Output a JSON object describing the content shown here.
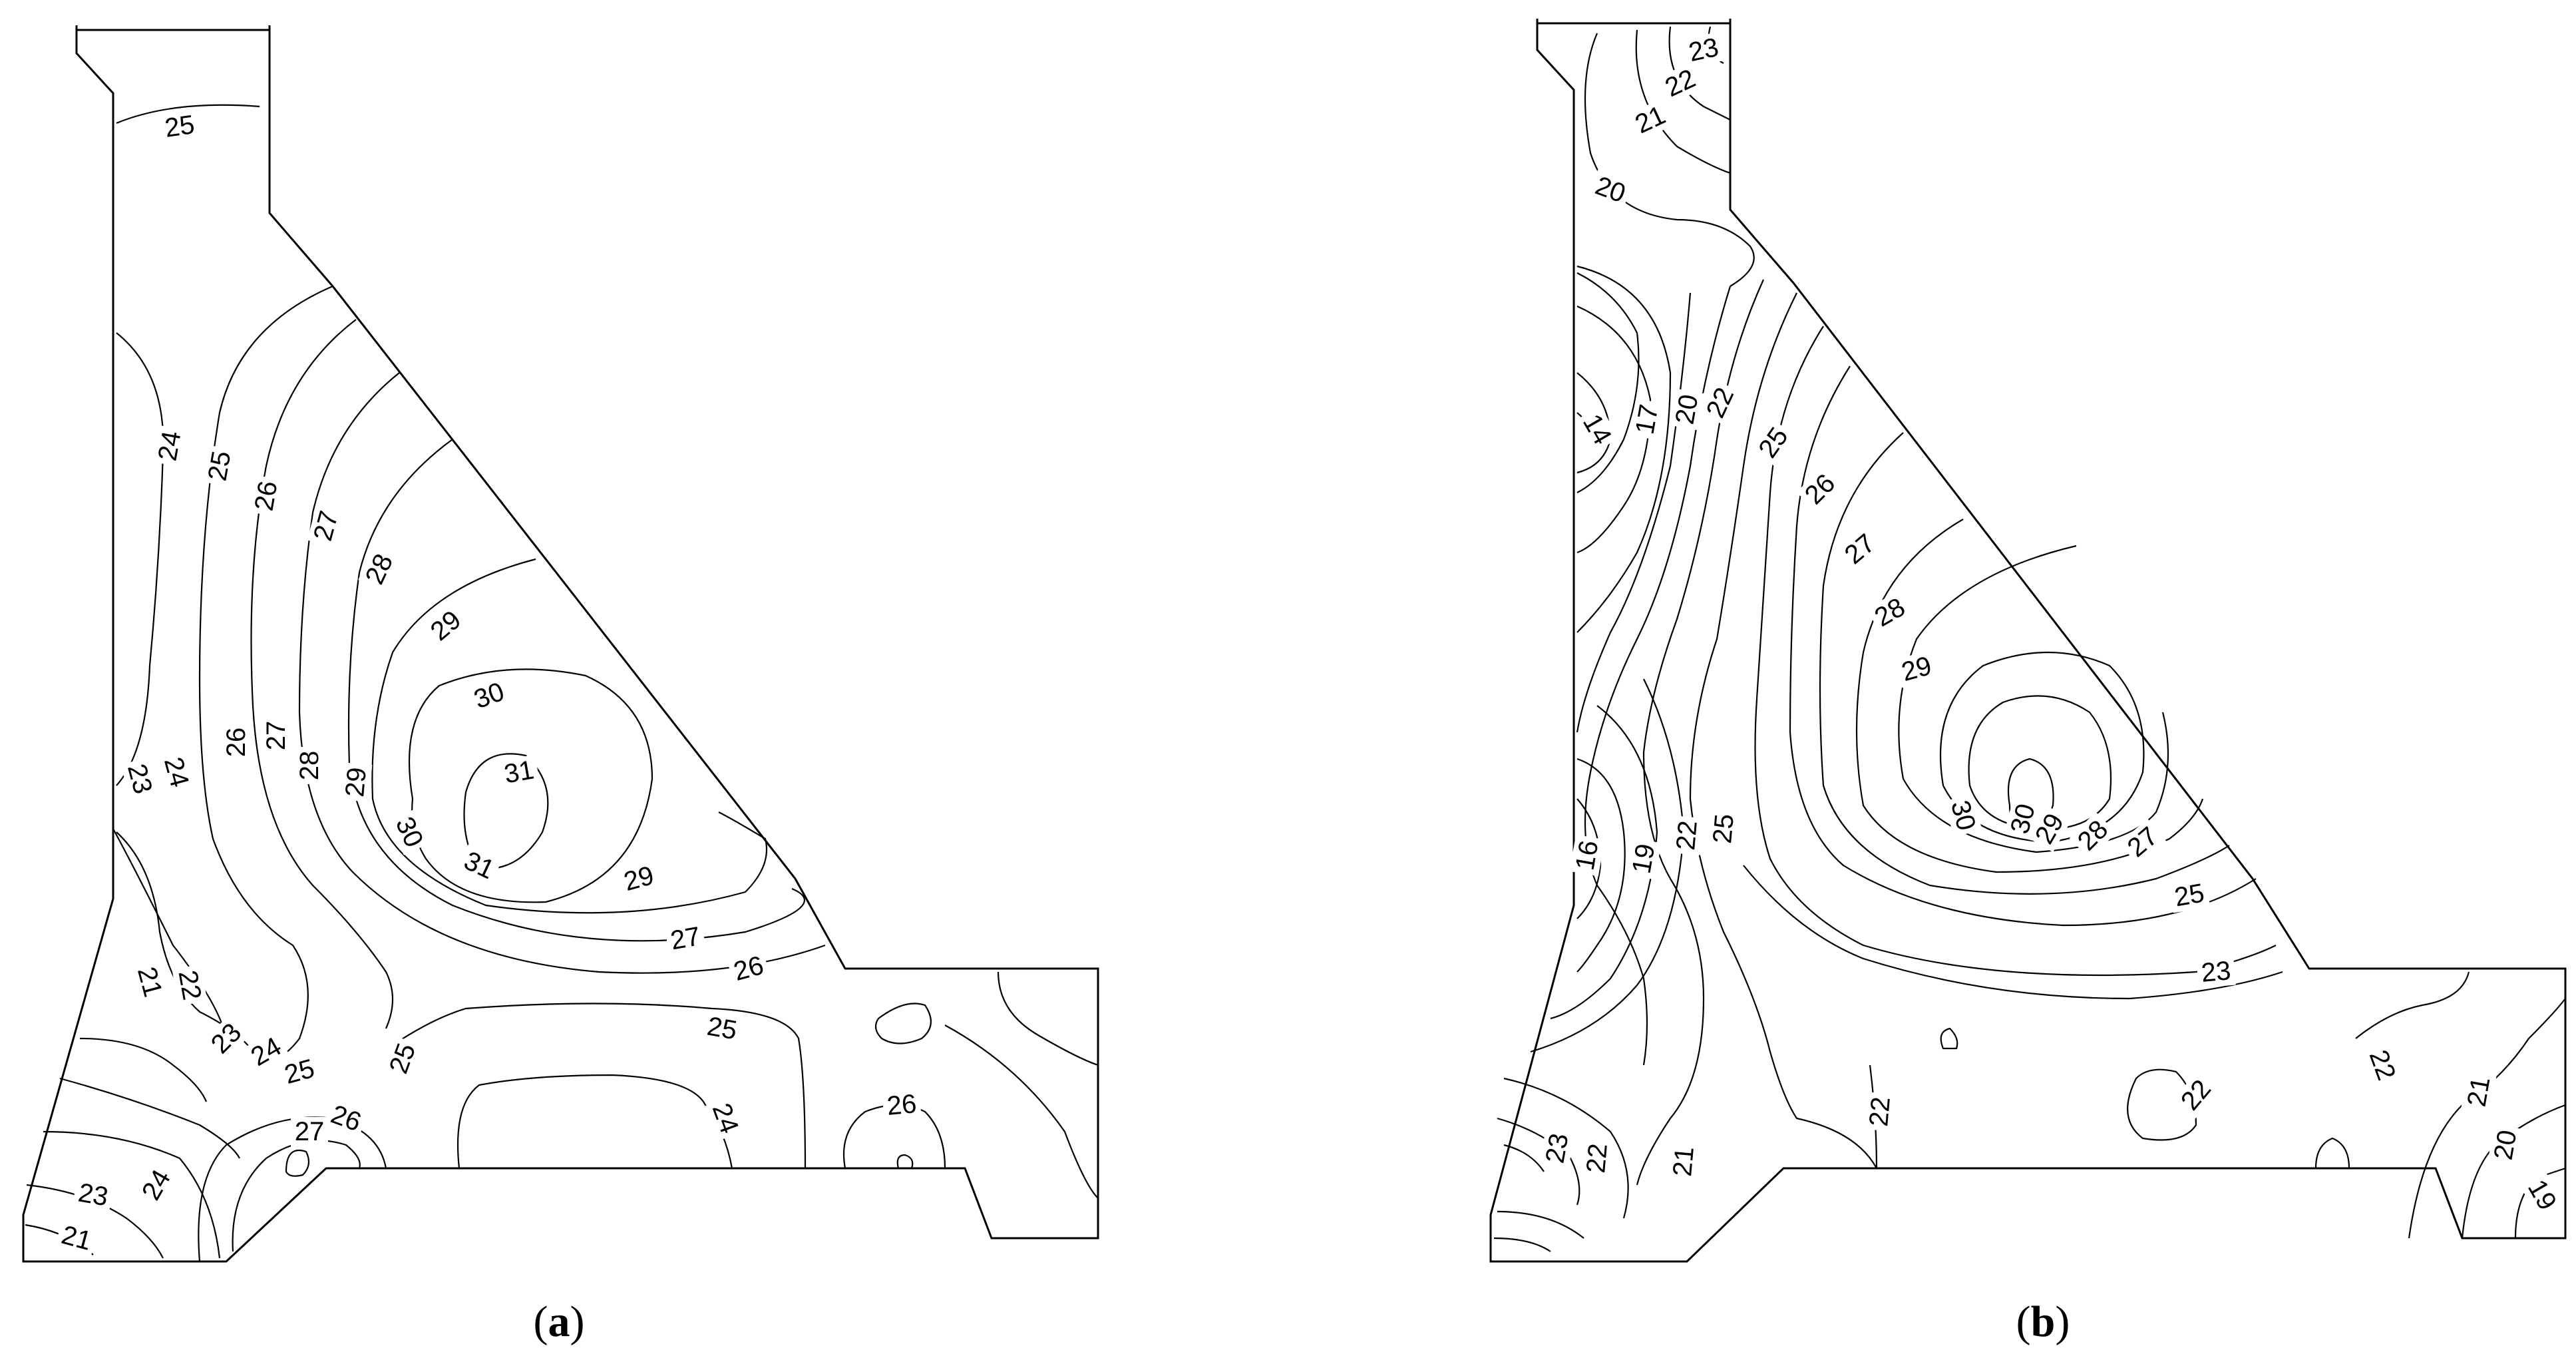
{
  "panels": [
    {
      "id": "a",
      "caption": {
        "open": "(",
        "letter": "a",
        "close": ")"
      },
      "labels": [
        "25",
        "24",
        "25",
        "26",
        "27",
        "28",
        "29",
        "30",
        "31",
        "30",
        "31",
        "29",
        "23",
        "24",
        "26",
        "27",
        "28",
        "29",
        "27",
        "26",
        "25",
        "21",
        "22",
        "23",
        "24",
        "25",
        "25",
        "24",
        "26",
        "27",
        "26",
        "23",
        "24",
        "21"
      ]
    },
    {
      "id": "b",
      "caption": {
        "open": "(",
        "letter": "b",
        "close": ")"
      },
      "labels": [
        "23",
        "22",
        "21",
        "20",
        "14",
        "17",
        "20",
        "22",
        "25",
        "26",
        "27",
        "28",
        "29",
        "30",
        "30",
        "29",
        "28",
        "27",
        "25",
        "23",
        "22",
        "16",
        "19",
        "25",
        "22",
        "22",
        "21",
        "22",
        "23",
        "22",
        "21",
        "20",
        "19"
      ]
    }
  ]
}
